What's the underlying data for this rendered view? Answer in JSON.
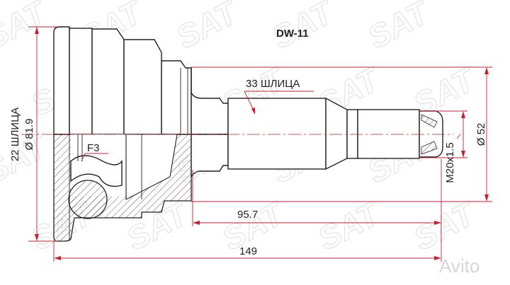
{
  "part_number": "DW-11",
  "watermark": "SAT",
  "avito_watermark": "Avito",
  "labels": {
    "outer_splines": "22 ШЛИЦА",
    "outer_diameter": "Ø 81.9",
    "inner_splines": "33 ШЛИЦА",
    "feature": "F3",
    "shaft_diameter": "Ø 52",
    "thread": "M20x1.5",
    "shaft_length": "95.7",
    "total_length": "149"
  },
  "colors": {
    "dimension": "#c8202e",
    "outline": "#222222"
  }
}
